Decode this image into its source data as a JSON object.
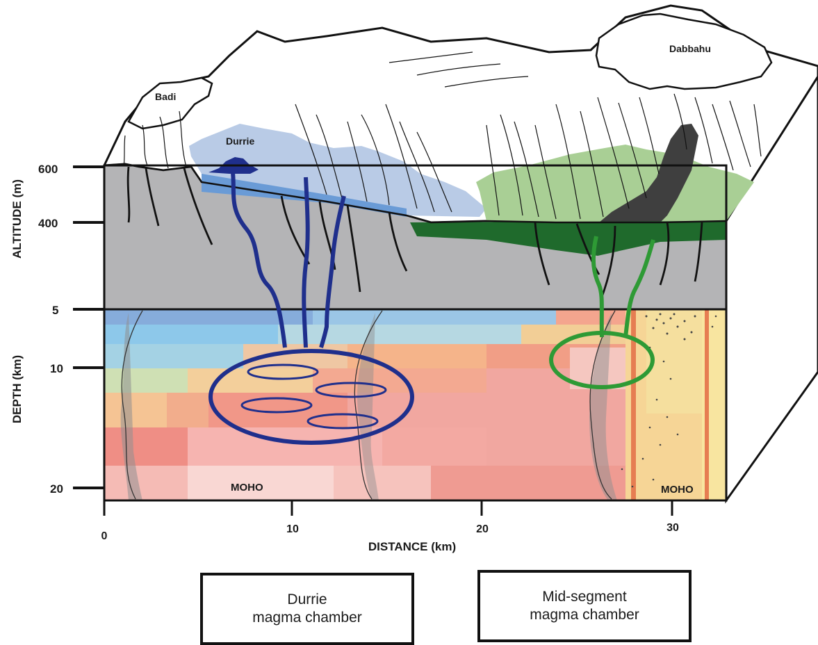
{
  "places": {
    "badi": "Badi",
    "dabbahu": "Dabbahu",
    "durrie": "Durrie"
  },
  "axes": {
    "altitude_title": "ALTITUDE (m)",
    "depth_title": "DEPTH (km)",
    "distance_title": "DISTANCE (km)",
    "altitude_ticks": [
      "600",
      "400"
    ],
    "depth_ticks": [
      "5",
      "10",
      "20"
    ],
    "distance_ticks": [
      "0",
      "10",
      "20",
      "30"
    ]
  },
  "labels": {
    "moho_left": "MOHO",
    "moho_right": "MOHO"
  },
  "legend": {
    "durrie_line1": "Durrie",
    "durrie_line2": "magma chamber",
    "mid_line1": "Mid-segment",
    "mid_line2": "magma chamber"
  },
  "colors": {
    "durrie_magma": "#1f2f8c",
    "durrie_flow_light": "#b9cbe6",
    "durrie_flow": "#6a9bd6",
    "mid_segment_magma": "#2e9a35",
    "mid_flow_light": "#a9cf95",
    "mid_flow": "#1f6a2c",
    "recent_flow": "#3f3f3f",
    "crust": "#b4b4b6",
    "velocity_slow": "#ef8f85",
    "velocity_fast": "#6f9ad6"
  }
}
